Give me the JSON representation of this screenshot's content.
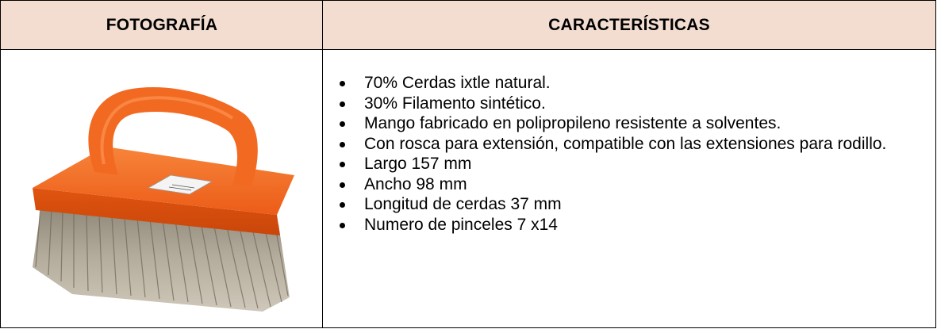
{
  "table": {
    "header_photo": "FOTOGRAFÍA",
    "header_features": "CARACTERÍSTICAS",
    "features": [
      "70% Cerdas ixtle natural.",
      "30% Filamento sintético.",
      "Mango fabricado en polipropileno resistente a solventes.",
      "Con rosca para extensión, compatible con las extensiones para rodillo.",
      "Largo 157 mm",
      "Ancho 98 mm",
      "Longitud de cerdas 37 mm",
      "Numero de pinceles 7 x14"
    ]
  },
  "colors": {
    "header_bg": "#f2ddd0",
    "brush_orange": "#f0641e",
    "bristle": "#a39a8a"
  },
  "photo": {
    "icon": "scrub-brush-icon"
  }
}
